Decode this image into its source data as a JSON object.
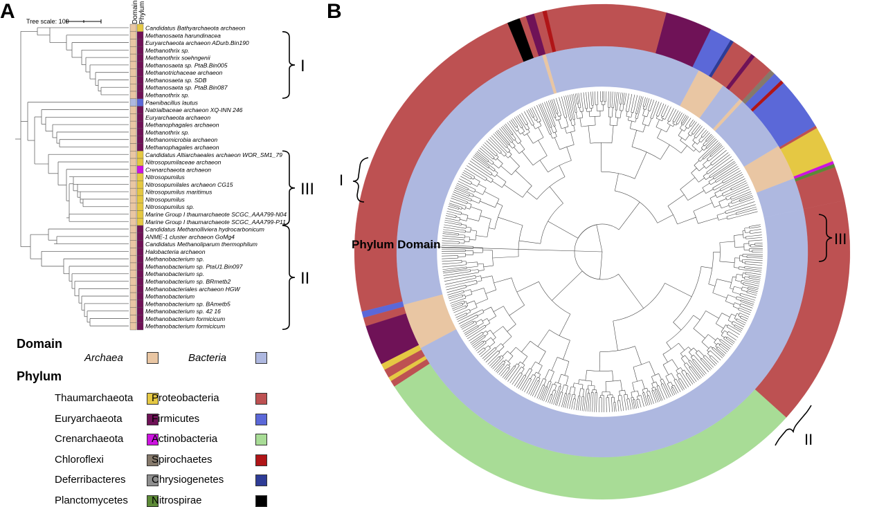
{
  "panels": {
    "a": "A",
    "b": "B"
  },
  "tree_scale_label": "Tree scale: 100",
  "strip_headers": {
    "domain": "Domain",
    "phylum": "Phylum"
  },
  "taxa": [
    {
      "name": "Candidatus Bathyarchaeota archaeon",
      "domain": "Archaea",
      "phylum": "Thaumarchaeota"
    },
    {
      "name": "Methanosaeta harundinacea",
      "domain": "Archaea",
      "phylum": "Euryarchaeota"
    },
    {
      "name": "Euryarchaeota archaeon ADurb.Bin190",
      "domain": "Archaea",
      "phylum": "Euryarchaeota"
    },
    {
      "name": "Methanothrix sp.",
      "domain": "Archaea",
      "phylum": "Euryarchaeota"
    },
    {
      "name": "Methanothrix soehngenii",
      "domain": "Archaea",
      "phylum": "Euryarchaeota"
    },
    {
      "name": "Methanosaeta sp. PtaB.Bin005",
      "domain": "Archaea",
      "phylum": "Euryarchaeota"
    },
    {
      "name": "Methanotrichaceae archaeon",
      "domain": "Archaea",
      "phylum": "Euryarchaeota"
    },
    {
      "name": "Methanosaeta sp. SDB",
      "domain": "Archaea",
      "phylum": "Euryarchaeota"
    },
    {
      "name": "Methanosaeta sp. PtaB.Bin087",
      "domain": "Archaea",
      "phylum": "Euryarchaeota"
    },
    {
      "name": "Methanothrix sp.",
      "domain": "Archaea",
      "phylum": "Euryarchaeota"
    },
    {
      "name": "Paenibacillus lautus",
      "domain": "Bacteria",
      "phylum": "Firmicutes"
    },
    {
      "name": "Natrialbaceae archaeon XQ-INN 246",
      "domain": "Archaea",
      "phylum": "Euryarchaeota"
    },
    {
      "name": "Euryarchaeota archaeon",
      "domain": "Archaea",
      "phylum": "Euryarchaeota"
    },
    {
      "name": "Methanophagales archaeon",
      "domain": "Archaea",
      "phylum": "Euryarchaeota"
    },
    {
      "name": "Methanothrix sp.",
      "domain": "Archaea",
      "phylum": "Euryarchaeota"
    },
    {
      "name": "Methanomicrobia archaeon",
      "domain": "Archaea",
      "phylum": "Euryarchaeota"
    },
    {
      "name": "Methanophagales archaeon",
      "domain": "Archaea",
      "phylum": "Euryarchaeota"
    },
    {
      "name": "Candidatus Altiarchaeales archaeon WOR_SM1_79",
      "domain": "Archaea",
      "phylum": "Thaumarchaeota"
    },
    {
      "name": "Nitrosopumilaceae archaeon",
      "domain": "Archaea",
      "phylum": "Thaumarchaeota"
    },
    {
      "name": "Crenarchaeota archaeon",
      "domain": "Archaea",
      "phylum": "Crenarchaeota"
    },
    {
      "name": "Nitrosopumilus",
      "domain": "Archaea",
      "phylum": "Thaumarchaeota"
    },
    {
      "name": "Nitrosopumilales archaeon CG15",
      "domain": "Archaea",
      "phylum": "Thaumarchaeota"
    },
    {
      "name": "Nitrosopumilus maritimus",
      "domain": "Archaea",
      "phylum": "Thaumarchaeota"
    },
    {
      "name": "Nitrosopumilus",
      "domain": "Archaea",
      "phylum": "Thaumarchaeota"
    },
    {
      "name": "Nitrosopumilus sp.",
      "domain": "Archaea",
      "phylum": "Thaumarchaeota"
    },
    {
      "name": "Marine Group I thaumarchaeote SCGC_AAA799-N04",
      "domain": "Archaea",
      "phylum": "Thaumarchaeota"
    },
    {
      "name": "Marine Group I thaumarchaeote SCGC_AAA799-P11",
      "domain": "Archaea",
      "phylum": "Thaumarchaeota"
    },
    {
      "name": "Candidatus Methanolliviera hydrocarbonicum",
      "domain": "Archaea",
      "phylum": "Euryarchaeota"
    },
    {
      "name": "ANME-1 cluster archaeon GoMg4",
      "domain": "Archaea",
      "phylum": "Euryarchaeota"
    },
    {
      "name": "Candidatus Methanoliparum thermophilum",
      "domain": "Archaea",
      "phylum": "Euryarchaeota"
    },
    {
      "name": "Halobacteria archaeon",
      "domain": "Archaea",
      "phylum": "Euryarchaeota"
    },
    {
      "name": "Methanobacterium sp.",
      "domain": "Archaea",
      "phylum": "Euryarchaeota"
    },
    {
      "name": "Methanobacterium sp. PtaU1.Bin097",
      "domain": "Archaea",
      "phylum": "Euryarchaeota"
    },
    {
      "name": "Methanobacterium sp.",
      "domain": "Archaea",
      "phylum": "Euryarchaeota"
    },
    {
      "name": "Methanobacterium sp. BRmetb2",
      "domain": "Archaea",
      "phylum": "Euryarchaeota"
    },
    {
      "name": "Methanobacteriales archaeon HGW",
      "domain": "Archaea",
      "phylum": "Euryarchaeota"
    },
    {
      "name": "Methanobacterium",
      "domain": "Archaea",
      "phylum": "Euryarchaeota"
    },
    {
      "name": "Methanobacterium sp. BAmetb5",
      "domain": "Archaea",
      "phylum": "Euryarchaeota"
    },
    {
      "name": "Methanobacterium sp. 42 16",
      "domain": "Archaea",
      "phylum": "Euryarchaeota"
    },
    {
      "name": "Methanobacterium formicicum",
      "domain": "Archaea",
      "phylum": "Euryarchaeota"
    },
    {
      "name": "Methanobacterium formicicum",
      "domain": "Archaea",
      "phylum": "Euryarchaeota"
    }
  ],
  "clades_a": [
    {
      "label": "I",
      "first": 1,
      "last": 9
    },
    {
      "label": "III",
      "first": 17,
      "last": 26
    },
    {
      "label": "II",
      "first": 27,
      "last": 40
    }
  ],
  "clades_b": {
    "I": "I",
    "III": "III",
    "II": "II"
  },
  "ring_header": "Phylum Domain",
  "legend": {
    "domain_title": "Domain",
    "phylum_title": "Phylum",
    "domains": [
      {
        "name": "Archaea",
        "color": "#e9c6a3"
      },
      {
        "name": "Bacteria",
        "color": "#aeb8e0"
      }
    ],
    "phyla": [
      {
        "name": "Thaumarchaeota",
        "color": "#e5c843"
      },
      {
        "name": "Euryarchaeota",
        "color": "#6f1257"
      },
      {
        "name": "Crenarchaeota",
        "color": "#cc13df"
      },
      {
        "name": "Chloroflexi",
        "color": "#85796b"
      },
      {
        "name": "Deferribacteres",
        "color": "#8e8e8e"
      },
      {
        "name": "Planctomycetes",
        "color": "#5c8a36"
      },
      {
        "name": "Proteobacteria",
        "color": "#bd5152"
      },
      {
        "name": "Firmicutes",
        "color": "#5b68d8"
      },
      {
        "name": "Actinobacteria",
        "color": "#a8dc96"
      },
      {
        "name": "Spirochaetes",
        "color": "#b01517"
      },
      {
        "name": "Chrysiogenetes",
        "color": "#2e3c96"
      },
      {
        "name": "Nitrospirae",
        "color": "#000000"
      }
    ]
  },
  "phylum_ring_b": [
    {
      "phylum": "Proteobacteria",
      "from": 12,
      "to": 20
    },
    {
      "phylum": "Planctomycetes",
      "from": 20,
      "to": 20.8
    },
    {
      "phylum": "Crenarchaeota",
      "from": 20.8,
      "to": 21.5
    },
    {
      "phylum": "Thaumarchaeota",
      "from": 21.5,
      "to": 30
    },
    {
      "phylum": "Proteobacteria",
      "from": 30,
      "to": 30.6
    },
    {
      "phylum": "Firmicutes",
      "from": 30.6,
      "to": 43
    },
    {
      "phylum": "Spirochaetes",
      "from": 43,
      "to": 43.8
    },
    {
      "phylum": "Firmicutes",
      "from": 43.8,
      "to": 46
    },
    {
      "phylum": "Chloroflexi",
      "from": 46,
      "to": 47.2
    },
    {
      "phylum": "Proteobacteria",
      "from": 47.2,
      "to": 52
    },
    {
      "phylum": "Euryarchaeota",
      "from": 52,
      "to": 53
    },
    {
      "phylum": "Proteobacteria",
      "from": 53,
      "to": 58
    },
    {
      "phylum": "Chrysiogenetes",
      "from": 58,
      "to": 58.8
    },
    {
      "phylum": "Firmicutes",
      "from": 58.8,
      "to": 64
    },
    {
      "phylum": "Euryarchaeota",
      "from": 64,
      "to": 75
    },
    {
      "phylum": "Proteobacteria",
      "from": 75,
      "to": 103
    },
    {
      "phylum": "Spirochaetes",
      "from": 103,
      "to": 104
    },
    {
      "phylum": "Proteobacteria",
      "from": 104,
      "to": 106
    },
    {
      "phylum": "Euryarchaeota",
      "from": 106,
      "to": 108
    },
    {
      "phylum": "Proteobacteria",
      "from": 108,
      "to": 109.5
    },
    {
      "phylum": "Nitrospirae",
      "from": 109.5,
      "to": 112.5
    },
    {
      "phylum": "Proteobacteria",
      "from": 112.5,
      "to": 194
    },
    {
      "phylum": "Firmicutes",
      "from": 194,
      "to": 195.5
    },
    {
      "phylum": "Proteobacteria",
      "from": 195.5,
      "to": 197.5
    },
    {
      "phylum": "Euryarchaeota",
      "from": 197.5,
      "to": 207
    },
    {
      "phylum": "Thaumarchaeota",
      "from": 207,
      "to": 208.5
    },
    {
      "phylum": "Proteobacteria",
      "from": 208.5,
      "to": 210.5
    },
    {
      "phylum": "Thaumarchaeota",
      "from": 210.5,
      "to": 211.5
    },
    {
      "phylum": "Proteobacteria",
      "from": 211.5,
      "to": 213
    },
    {
      "phylum": "Actinobacteria",
      "from": 213,
      "to": 318
    },
    {
      "phylum": "Proteobacteria",
      "from": 318,
      "to": 372
    }
  ],
  "domain_ring_b": [
    {
      "domain": "Bacteria",
      "from": 12,
      "to": 21
    },
    {
      "domain": "Archaea",
      "from": 21,
      "to": 31
    },
    {
      "domain": "Bacteria",
      "from": 31,
      "to": 47
    },
    {
      "domain": "Archaea",
      "from": 47,
      "to": 48
    },
    {
      "domain": "Bacteria",
      "from": 48,
      "to": 54
    },
    {
      "domain": "Archaea",
      "from": 54,
      "to": 62
    },
    {
      "domain": "Bacteria",
      "from": 62,
      "to": 106
    },
    {
      "domain": "Archaea",
      "from": 106,
      "to": 107
    },
    {
      "domain": "Bacteria",
      "from": 107,
      "to": 195
    },
    {
      "domain": "Archaea",
      "from": 195,
      "to": 208
    },
    {
      "domain": "Bacteria",
      "from": 208,
      "to": 372
    }
  ]
}
